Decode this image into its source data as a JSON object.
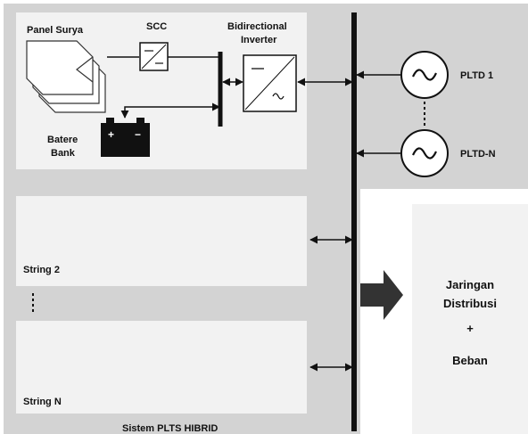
{
  "solar_panel": {
    "label": "Panel Surya"
  },
  "scc": {
    "label": "SCC"
  },
  "inverter": {
    "label_line1": "Bidirectional",
    "label_line2": "Inverter"
  },
  "battery": {
    "label_line1": "Batere",
    "label_line2": "Bank",
    "plus": "+",
    "minus": "−"
  },
  "generators": [
    {
      "label": "PLTD 1"
    },
    {
      "label": "PLTD-N"
    }
  ],
  "strings": [
    {
      "label": "String 2"
    },
    {
      "label": "String N"
    }
  ],
  "distribution": {
    "line1": "Jaringan",
    "line2": "Distribusi",
    "line3": "+",
    "line4": "Beban"
  },
  "system": {
    "label": "Sistem PLTS HIBRID"
  },
  "colors": {
    "panel_bg": "#d3d3d3",
    "box_bg": "#f2f2f2",
    "line": "#111111"
  }
}
